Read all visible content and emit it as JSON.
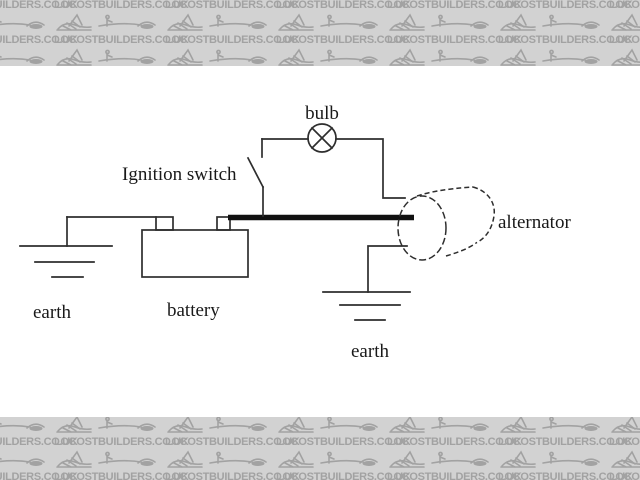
{
  "watermark": {
    "text": "LOCOSTBUILDERS.CO.UK",
    "background_color": "#d2d2d2",
    "ink_color": "#a2a2a2"
  },
  "diagram": {
    "line_color": "#2e2e2e",
    "label_color": "#191919",
    "labels": {
      "bulb": "bulb",
      "ignition_switch": "Ignition switch",
      "alternator": "alternator",
      "battery": "battery",
      "earth_left": "earth",
      "earth_bottom": "earth"
    }
  }
}
